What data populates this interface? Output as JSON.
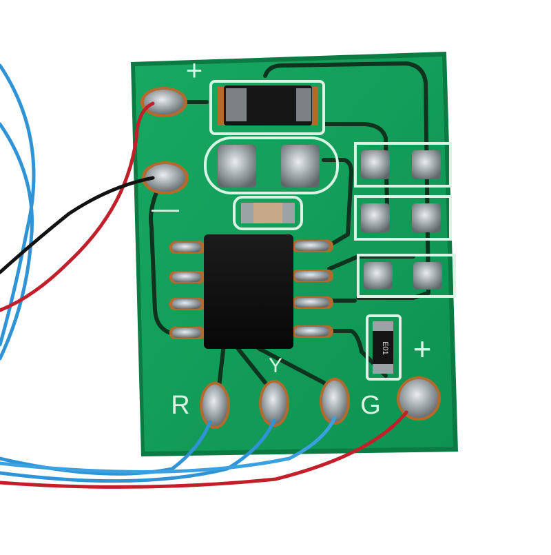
{
  "photo": {
    "subject": "pcb-module-with-soldered-wires",
    "colors": {
      "board": "#12a05a",
      "board_edge": "#0b7a43",
      "silkscreen": "#d9f3e4",
      "trace": "#10331f",
      "solder": "#9aa2a6",
      "copper": "#b46a2c",
      "ic_body": "#111111",
      "wire_blue": "#2f93d6",
      "wire_red": "#c21f2a",
      "wire_black": "#121212",
      "background": "#ffffff"
    }
  },
  "labels": {
    "plus_top": "+",
    "minus_left": "—",
    "plus_bottom_right": "+",
    "pin_r": "R",
    "pin_y": "Y",
    "pin_g": "G",
    "resistor_code": "E01"
  }
}
